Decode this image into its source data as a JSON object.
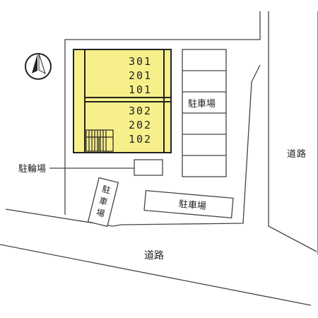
{
  "colors": {
    "line": "#444444",
    "building_fill": "#f7f08a",
    "background": "#ffffff"
  },
  "compass": {
    "icon": "north-arrow-icon"
  },
  "building": {
    "units_top": [
      "301",
      "201",
      "101"
    ],
    "units_bottom": [
      "302",
      "202",
      "102"
    ],
    "stair_icon": "stairs-icon"
  },
  "labels": {
    "parking_right": "駐車場",
    "parking_left_chars": [
      "駐",
      "車",
      "場"
    ],
    "parking_bottom": "駐車場",
    "bicycle": "駐輪場",
    "road_right_chars": [
      "道",
      "路"
    ],
    "road_bottom": "道路"
  }
}
